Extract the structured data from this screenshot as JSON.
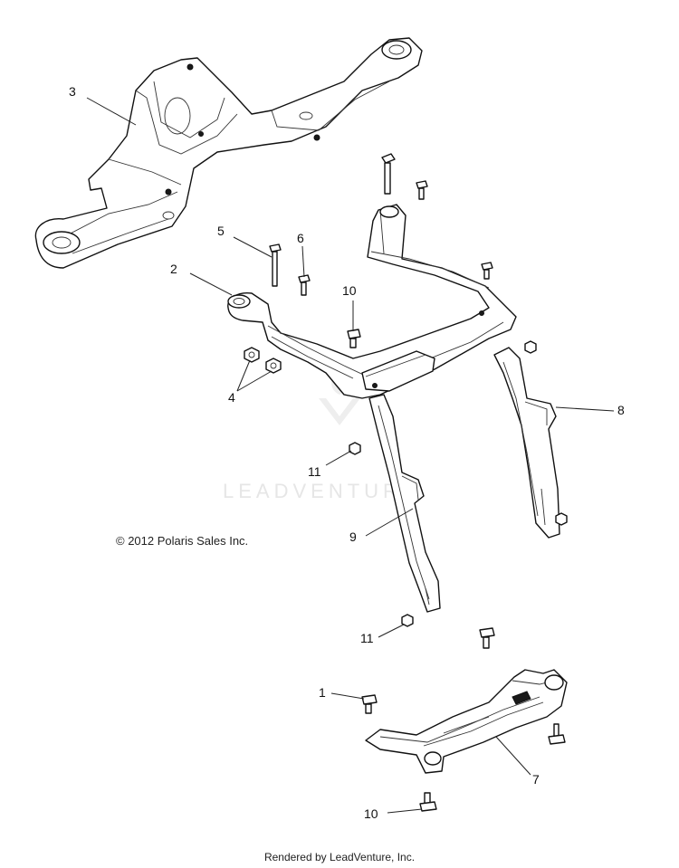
{
  "callouts": {
    "c1": "1",
    "c2": "2",
    "c3": "3",
    "c4": "4",
    "c5": "5",
    "c6": "6",
    "c7": "7",
    "c8": "8",
    "c9": "9",
    "c10a": "10",
    "c10b": "10",
    "c11a": "11",
    "c11b": "11"
  },
  "copyright": "© 2012 Polaris Sales Inc.",
  "watermark": "LEADVENTURE",
  "footer": "Rendered by LeadVenture, Inc."
}
